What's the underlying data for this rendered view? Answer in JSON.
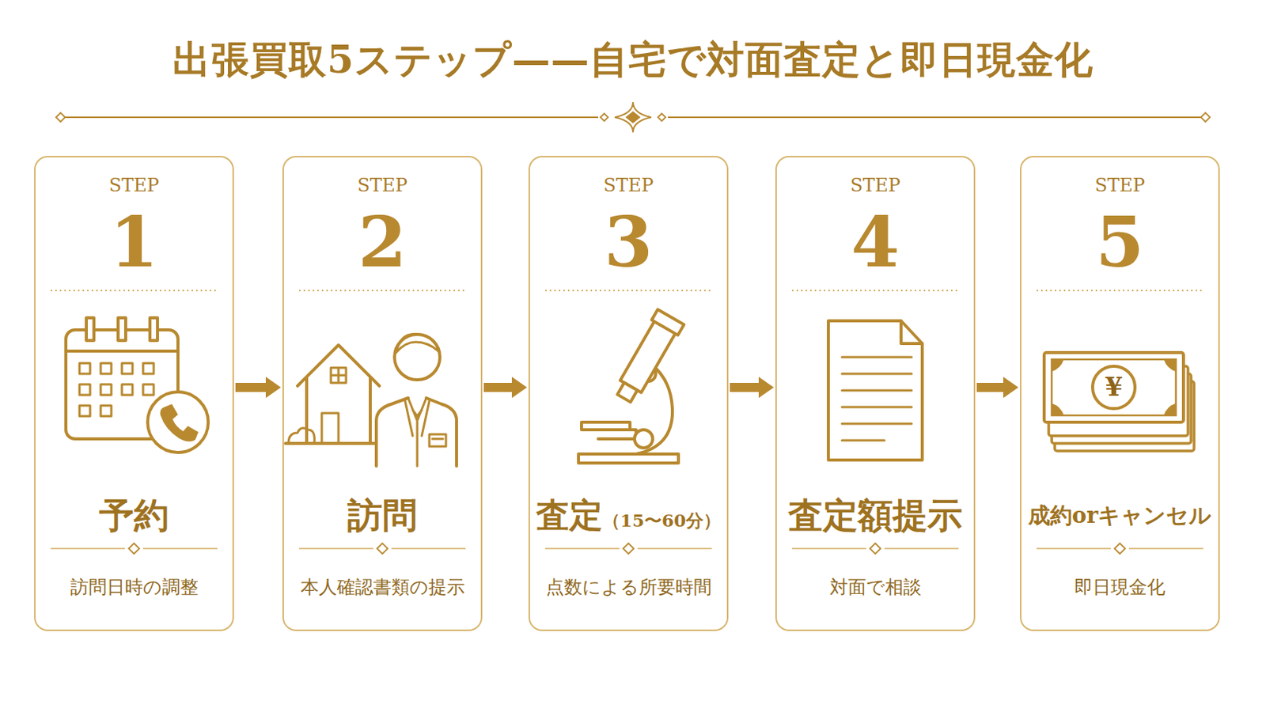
{
  "diagram": {
    "title": "出張買取5ステップ——自宅で対面査定と即日現金化",
    "nodes": [
      {
        "text": [
          "STEP",
          "1",
          "予約",
          "訪問日時の調整"
        ]
      },
      {
        "text": [
          "STEP",
          "2",
          "訪問",
          "本人確認書類の提示"
        ]
      },
      {
        "text": [
          "STEP",
          "3",
          "査定",
          "（15〜60分）",
          "点数による所要時間"
        ]
      },
      {
        "text": [
          "STEP",
          "4",
          "査定額提示",
          "対面で相談"
        ]
      },
      {
        "text": [
          "STEP",
          "5",
          "成約orキャンセル",
          "即日現金化"
        ]
      }
    ],
    "edges": [
      {
        "from": 0,
        "to": 1,
        "arrow": "to"
      },
      {
        "from": 1,
        "to": 2,
        "arrow": "to"
      },
      {
        "from": 2,
        "to": 3,
        "arrow": "to"
      },
      {
        "from": 3,
        "to": 4,
        "arrow": "to"
      }
    ],
    "labels": [
      "¥"
    ]
  }
}
